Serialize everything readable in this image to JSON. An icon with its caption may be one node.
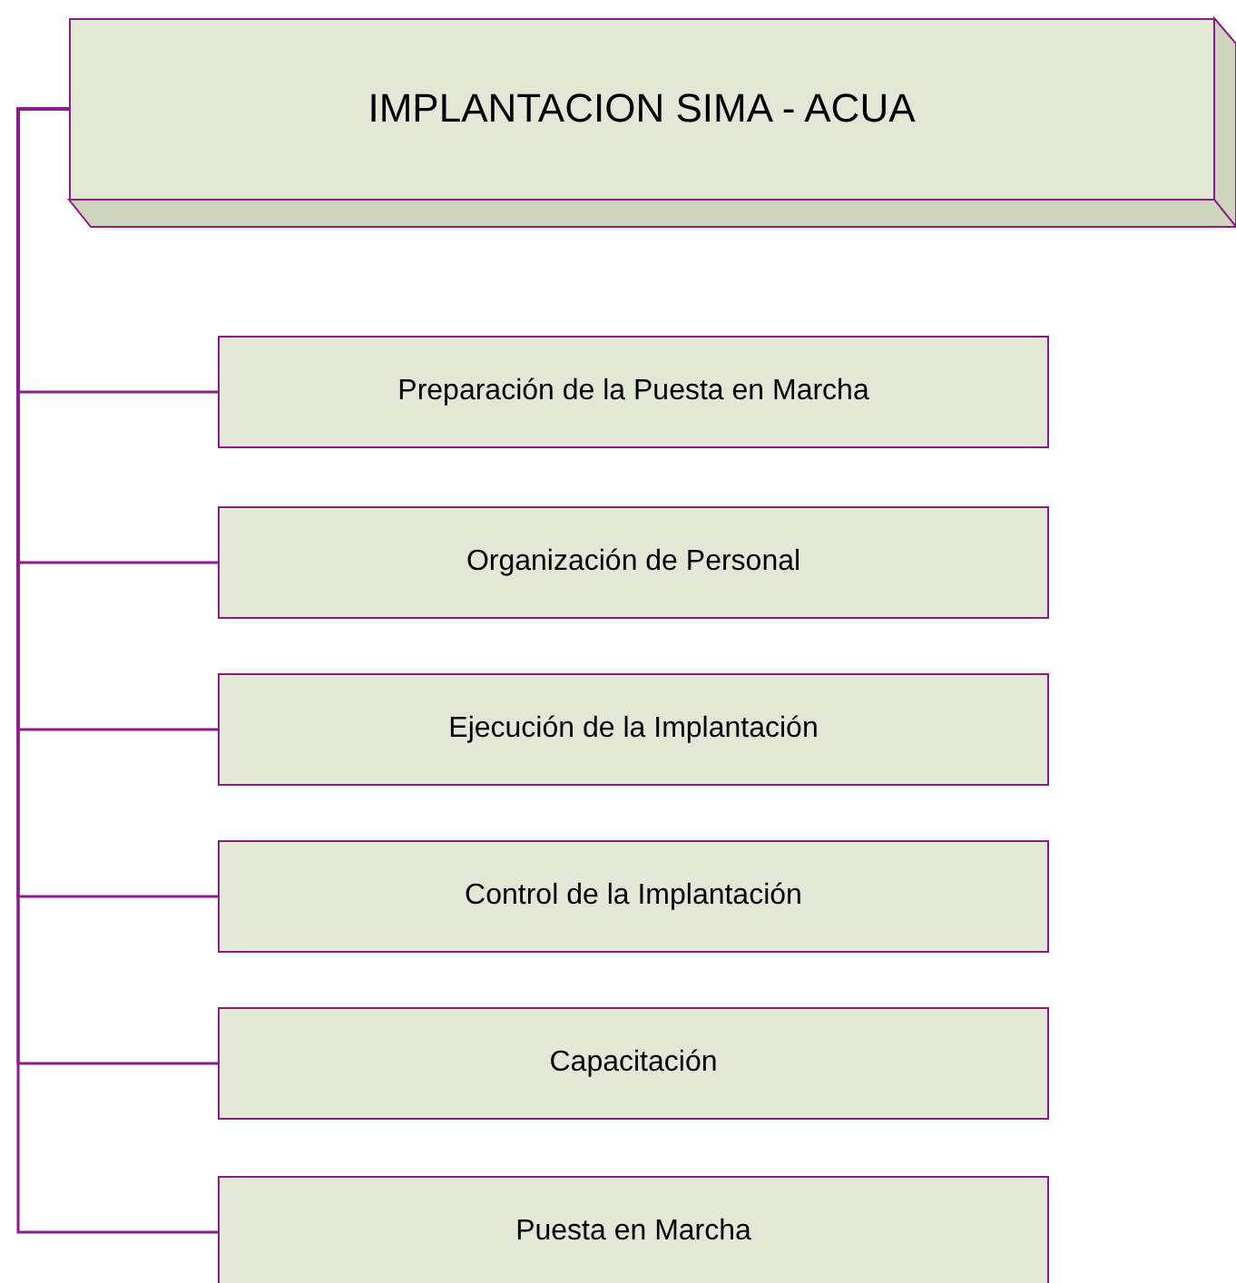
{
  "diagram": {
    "nodes": [
      {
        "text": [
          "IMPLANTACION SIMA - ACUA"
        ]
      },
      {
        "text": [
          "Preparación de la Puesta en Marcha"
        ]
      },
      {
        "text": [
          "Organización de Personal"
        ]
      },
      {
        "text": [
          "Ejecución de la Implantación"
        ]
      },
      {
        "text": [
          "Control de la Implantación"
        ]
      },
      {
        "text": [
          "Capacitación"
        ]
      },
      {
        "text": [
          "Puesta en Marcha"
        ]
      }
    ],
    "edges": [
      {
        "from": 0,
        "to": 1,
        "arrow": "none"
      },
      {
        "from": 0,
        "to": 2,
        "arrow": "none"
      },
      {
        "from": 0,
        "to": 3,
        "arrow": "none"
      },
      {
        "from": 0,
        "to": 4,
        "arrow": "none"
      },
      {
        "from": 0,
        "to": 5,
        "arrow": "none"
      },
      {
        "from": 0,
        "to": 6,
        "arrow": "none"
      }
    ]
  }
}
